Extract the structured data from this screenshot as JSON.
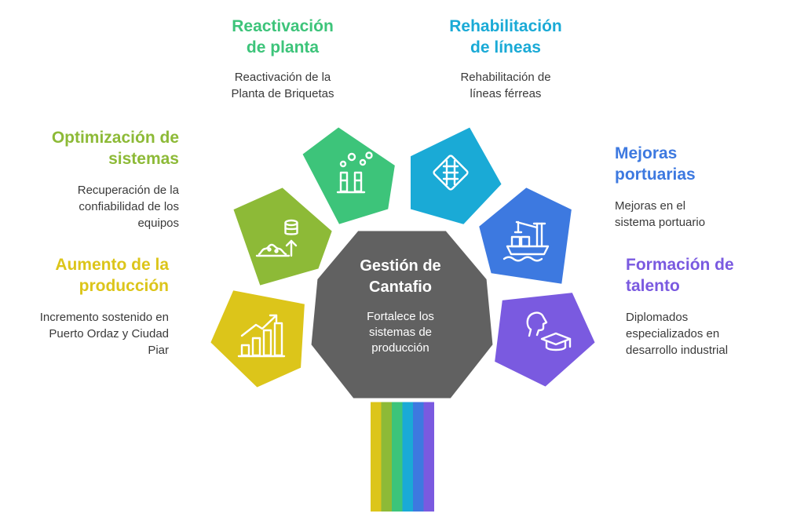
{
  "center": {
    "title": "Gestión de Cantafio",
    "description": "Fortalece los sistemas de producción",
    "color": "#616161"
  },
  "items": [
    {
      "id": "aumento",
      "title": "Aumento de la producción",
      "description": "Incremento sostenido en Puerto Ordaz y Ciudad Piar",
      "color": "#dcc51a",
      "icon": "bar-chart-growth-icon"
    },
    {
      "id": "optimizacion",
      "title": "Optimización de sistemas",
      "description": "Recuperación de la confiabilidad de los equipos",
      "color": "#8dba37",
      "icon": "database-upload-icon"
    },
    {
      "id": "reactivacion",
      "title": "Reactivación de planta",
      "description": "Reactivación de la Planta de Briquetas",
      "color": "#3dc47a",
      "icon": "factory-chimney-icon"
    },
    {
      "id": "rehabilitacion",
      "title": "Rehabilitación de líneas",
      "description": "Rehabilitación de líneas férreas",
      "color": "#1aaad6",
      "icon": "railway-track-icon"
    },
    {
      "id": "mejoras",
      "title": "Mejoras portuarias",
      "description": "Mejoras en el sistema portuario",
      "color": "#3d79e0",
      "icon": "port-crane-ship-icon"
    },
    {
      "id": "formacion",
      "title": "Formación de talento",
      "description": "Diplomados especializados en desarrollo industrial",
      "color": "#7a5ae0",
      "icon": "graduation-cap-icon"
    }
  ]
}
